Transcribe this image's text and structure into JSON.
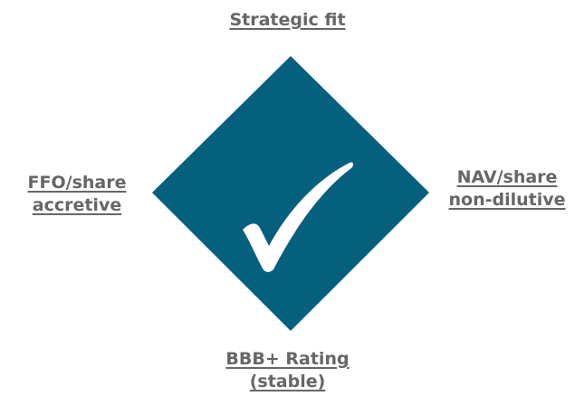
{
  "labels": {
    "top": "Strategic fit",
    "left_line1": "FFO/share",
    "left_line2": "accretive",
    "right_line1": "NAV/share",
    "right_line2": "non-dilutive",
    "bottom_line1": "BBB+ Rating",
    "bottom_line2": "(stable)"
  },
  "colors": {
    "diamond_fill": "#05607E",
    "checkmark": "#FFFFFF",
    "label_text": "#666666"
  },
  "icons": {
    "center": "checkmark-icon"
  }
}
